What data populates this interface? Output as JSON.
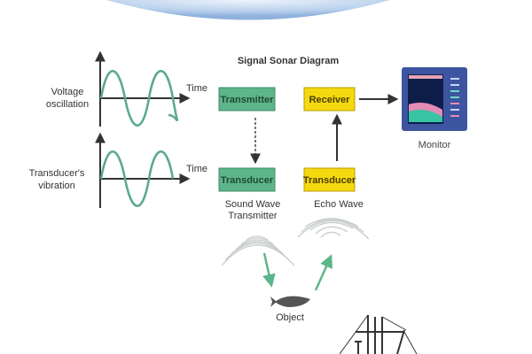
{
  "title": "Signal Sonar Diagram",
  "graphs": [
    {
      "label_line1": "Voltage",
      "label_line2": "oscillation",
      "axis_label": "Time"
    },
    {
      "label_line1": "Transducer's",
      "label_line2": "vibration",
      "axis_label": "Time"
    }
  ],
  "boxes": {
    "transmitter": "Transmitter",
    "receiver": "Receiver",
    "transducer_send": "Transducer",
    "transducer_receive": "Transducer"
  },
  "captions": {
    "sound_wave_line1": "Sound Wave",
    "sound_wave_line2": "Transmitter",
    "echo_wave": "Echo Wave",
    "monitor": "Monitor",
    "object": "Object"
  },
  "colors": {
    "green_box": "#5db58a",
    "yellow_box": "#f5d90f",
    "wave": "#5aa98a",
    "monitor": "#3d55a0"
  }
}
